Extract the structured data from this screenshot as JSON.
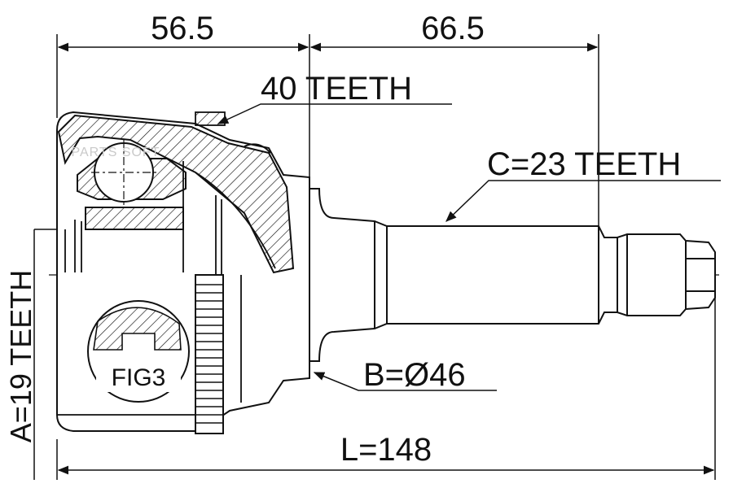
{
  "dimensions": {
    "left_length": "56.5",
    "right_length": "66.5",
    "total_length": "L=148",
    "outer_teeth": "40 TEETH",
    "spline_teeth": "C=23 TEETH",
    "inner_teeth": "A=19 TEETH",
    "seal_diameter": "B=Ø46",
    "figure_ref": "FIG3"
  },
  "watermark": "PARTS SOFT",
  "colors": {
    "line": "#111111",
    "background": "#ffffff"
  }
}
